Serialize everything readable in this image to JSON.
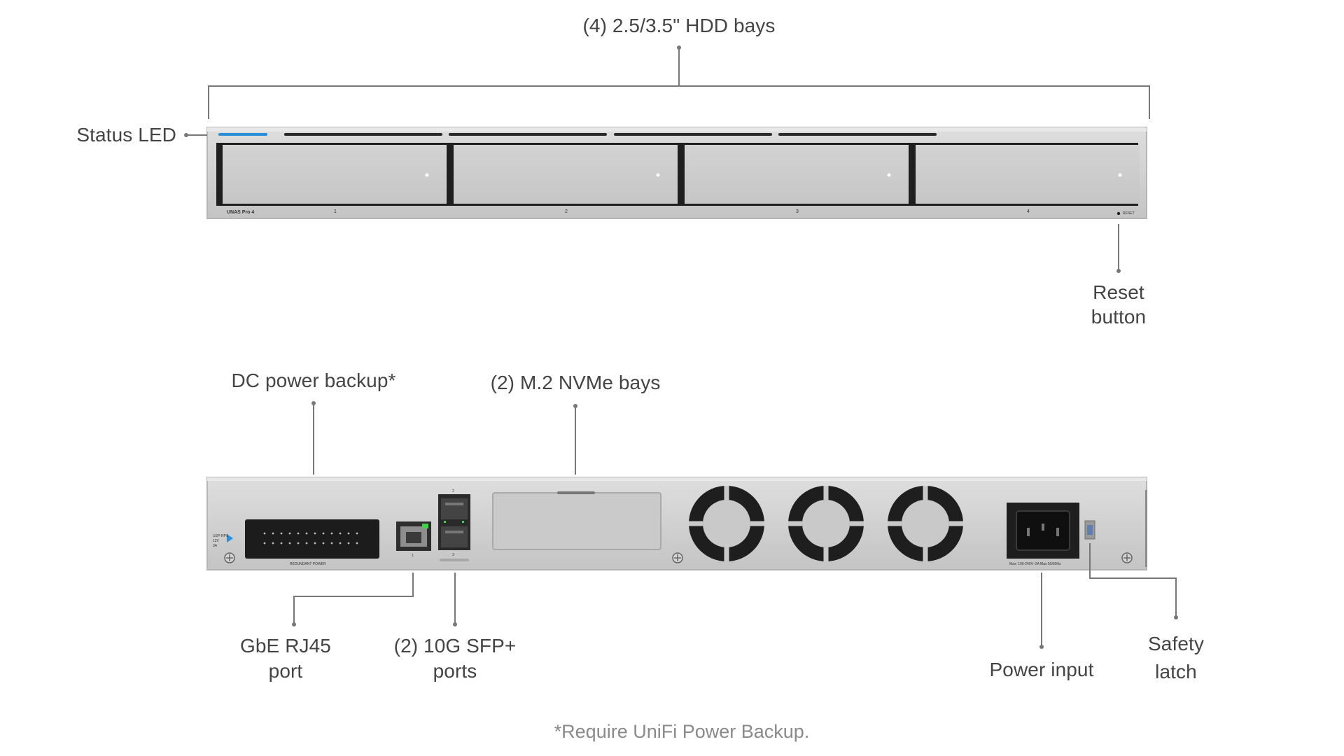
{
  "labels": {
    "hdd_bays": "(4) 2.5/3.5\" HDD bays",
    "status_led": "Status LED",
    "reset_line1": "Reset",
    "reset_line2": "button",
    "dc_power": "DC power backup*",
    "nvme_bays": "(2) M.2 NVMe bays",
    "gbe_line1": "GbE RJ45",
    "gbe_line2": "port",
    "sfp_line1": "(2) 10G SFP+",
    "sfp_line2": "ports",
    "power_input": "Power input",
    "safety_line1": "Safety",
    "safety_line2": "latch"
  },
  "footnote": "*Require UniFi Power Backup.",
  "front_panel": {
    "model": "UNAS Pro 4",
    "bay_numbers": [
      "1",
      "2",
      "3",
      "4"
    ],
    "reset_text": "RESET"
  },
  "rear_panel": {
    "redundant_power": "REDUNDANT POWER",
    "rj45_number": "1",
    "sfp_top_number": "2",
    "sfp_bottom_number": "3",
    "power_spec": "Max: 100-240V~2A Max 50/60Hz",
    "dc_note_lines": [
      "USP-RPS",
      "12V",
      "3A"
    ]
  },
  "colors": {
    "chassis": "#cfcfcf",
    "status_led": "#2a8fd8",
    "leader_line": "#777777",
    "port_led": "#3fd24a"
  }
}
